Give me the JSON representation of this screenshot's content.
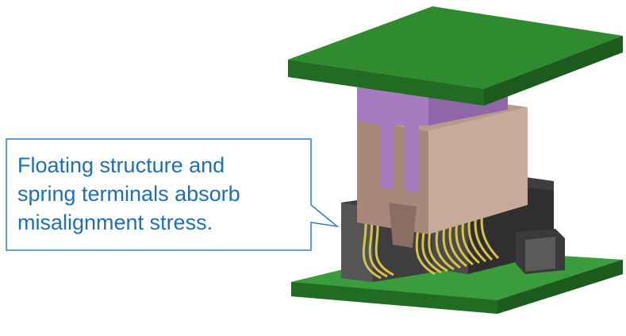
{
  "callout": {
    "lines": [
      "Floating structure and",
      "spring terminals absorb",
      "misalignment stress."
    ]
  },
  "colors": {
    "pcb": "#2e8b2e",
    "pcb_side": "#1f5e1f",
    "housing_plug": "#a8887a",
    "housing_plug_dark": "#7d6358",
    "insert_violet": "#a77bc0",
    "receptacle": "#4a4a4a",
    "receptacle_dark": "#2a2a2a",
    "terminal_gold": "#d8c24a",
    "callout_border": "#2f7fc0",
    "callout_text": "#1f6fb5"
  }
}
